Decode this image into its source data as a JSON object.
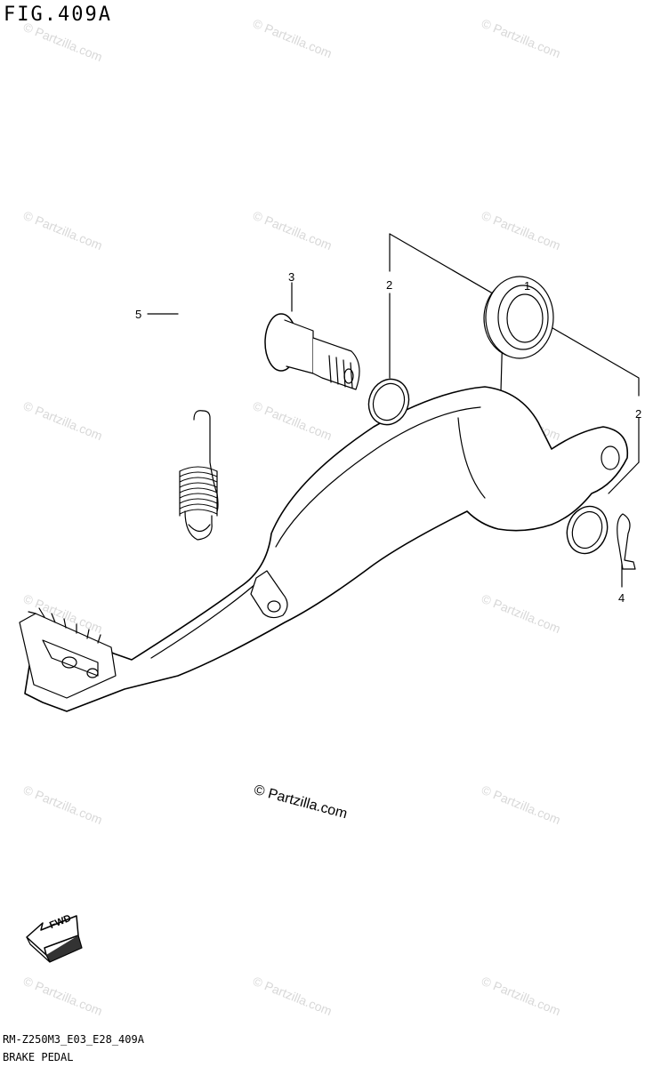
{
  "title": "FIG.409A",
  "watermark": "© Partzilla.com",
  "callouts": {
    "assembly": "1",
    "seal_left": "2",
    "seal_right": "2",
    "shaft": "3",
    "cotter_pin": "4",
    "spring": "5"
  },
  "fwd_label": "FWD",
  "footer": {
    "model_code": "RM-Z250M3_E03_E28_409A",
    "section": "BRAKE PEDAL"
  }
}
